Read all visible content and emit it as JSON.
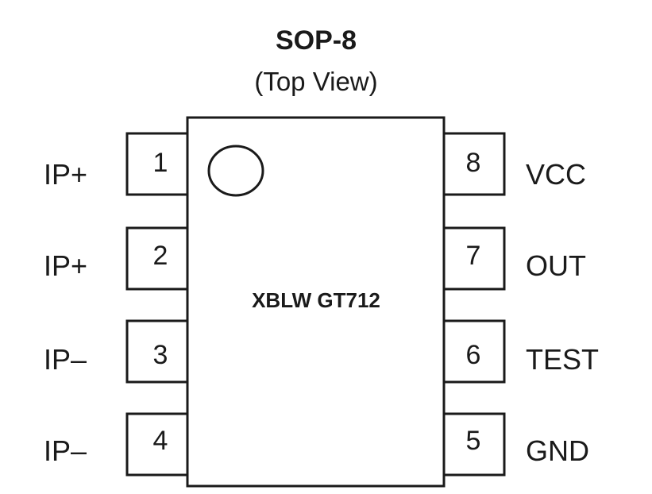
{
  "title": "SOP-8",
  "subtitle": "(Top View)",
  "chip_label": "XBLW GT712",
  "pins_left": [
    {
      "number": "1",
      "label": "IP+"
    },
    {
      "number": "2",
      "label": "IP+"
    },
    {
      "number": "3",
      "label": "IP–"
    },
    {
      "number": "4",
      "label": "IP–"
    }
  ],
  "pins_right": [
    {
      "number": "8",
      "label": "VCC"
    },
    {
      "number": "7",
      "label": "OUT"
    },
    {
      "number": "6",
      "label": "TEST"
    },
    {
      "number": "5",
      "label": "GND"
    }
  ],
  "colors": {
    "line": "#1a1a1a",
    "background": "#ffffff"
  }
}
